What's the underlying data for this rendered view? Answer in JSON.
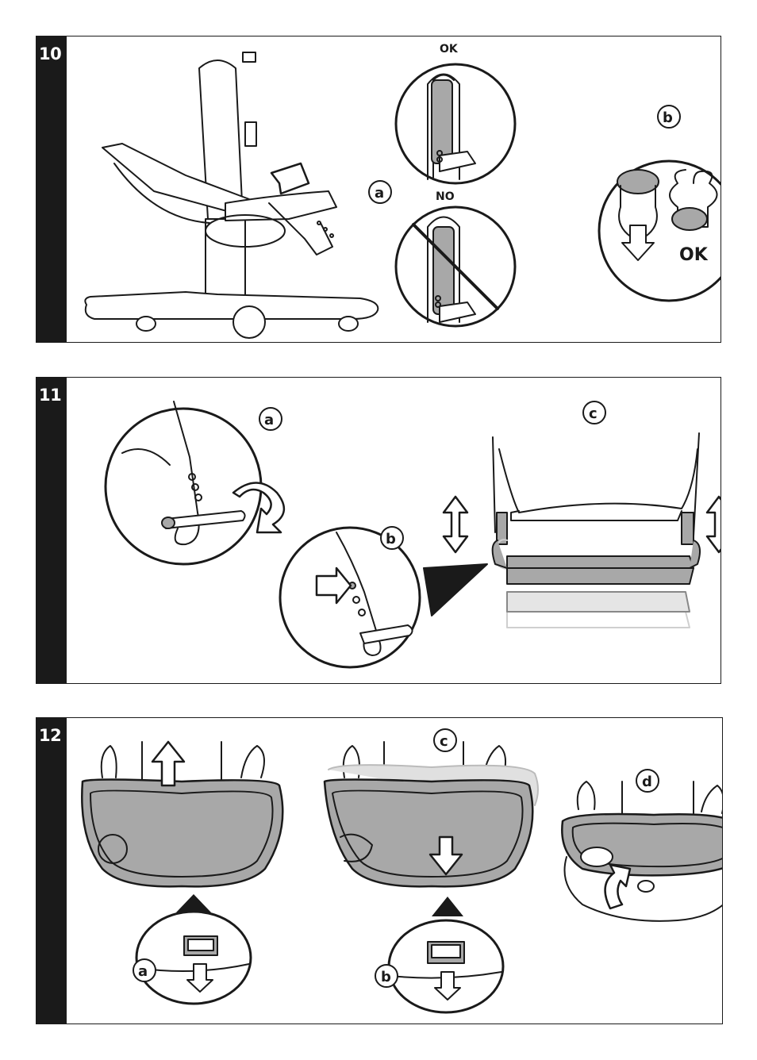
{
  "steps": [
    {
      "number": "10",
      "labels": {
        "a": "a",
        "b": "b"
      },
      "ok_label": "OK",
      "no_label": "NO",
      "ok_b_label": "OK"
    },
    {
      "number": "11",
      "labels": {
        "a": "a",
        "b": "b",
        "c": "c"
      }
    },
    {
      "number": "12",
      "labels": {
        "a": "a",
        "b": "b",
        "c": "c",
        "d": "d"
      }
    }
  ],
  "colors": {
    "ink": "#1a1a1a",
    "gray": "#a8a8a8",
    "light_gray": "#cfcfcf",
    "paper": "#ffffff"
  },
  "icons": [
    "arrow-icon",
    "no-sign-icon",
    "rotate-arrow-icon",
    "double-arrow-icon"
  ]
}
